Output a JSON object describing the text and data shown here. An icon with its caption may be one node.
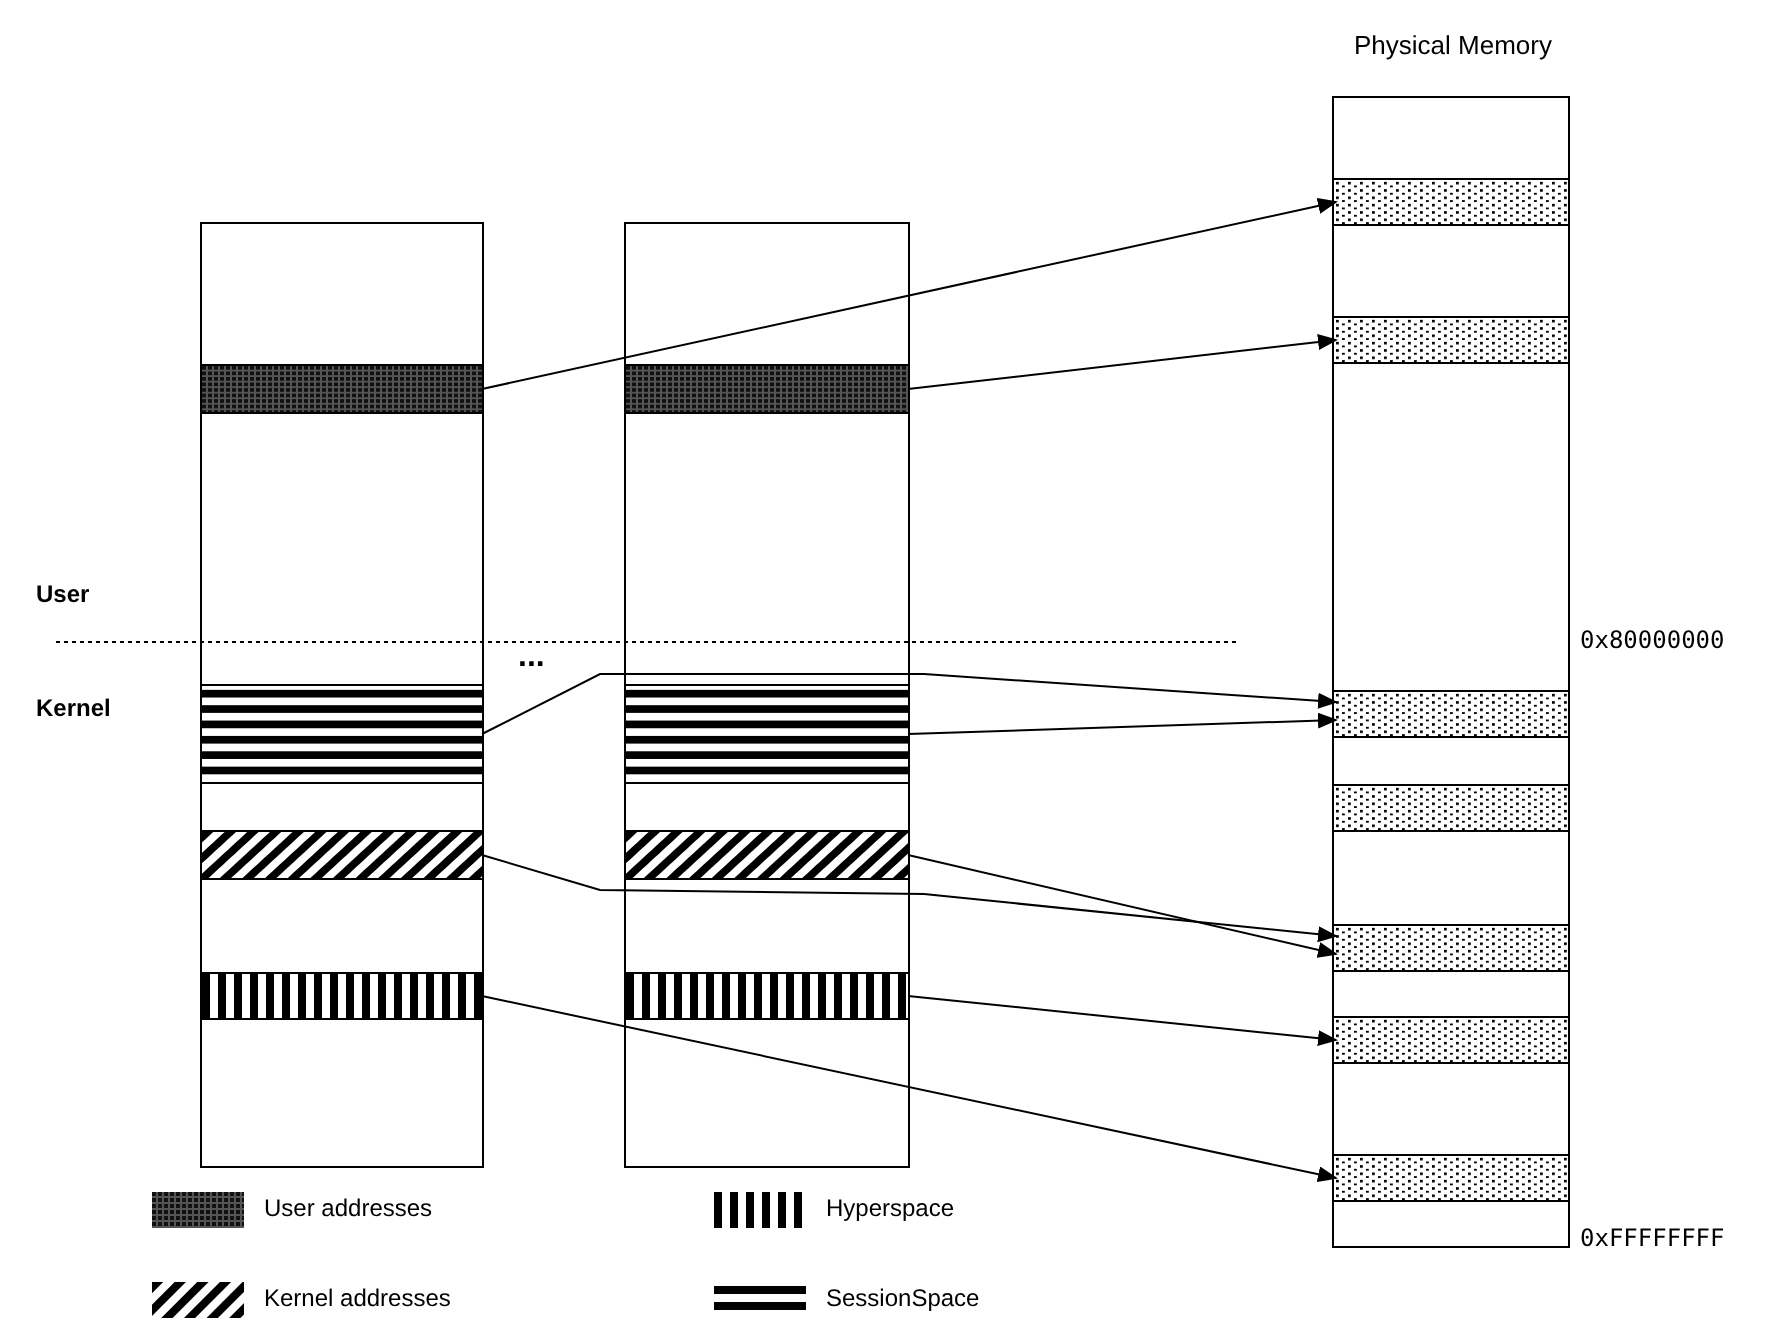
{
  "diagram": {
    "nodes": [
      {
        "text": [
          "Physical Memory"
        ]
      },
      {
        "text": [],
        "shape": "box"
      },
      {
        "text": [],
        "shape": "box"
      },
      {
        "text": [],
        "shape": "bar",
        "in": 1
      },
      {
        "text": [],
        "shape": "bar",
        "in": 1
      },
      {
        "text": [],
        "shape": "bar",
        "in": 1
      },
      {
        "text": [],
        "shape": "bar",
        "in": 1
      },
      {
        "text": [],
        "shape": "bar",
        "in": 2
      },
      {
        "text": [],
        "shape": "bar",
        "in": 2
      },
      {
        "text": [],
        "shape": "bar",
        "in": 2
      },
      {
        "text": [],
        "shape": "bar",
        "in": 2
      },
      {
        "text": [],
        "shape": "bar",
        "in": 0
      },
      {
        "text": [],
        "shape": "bar",
        "in": 0
      },
      {
        "text": [],
        "shape": "bar",
        "in": 0
      },
      {
        "text": [],
        "shape": "bar",
        "in": 0
      },
      {
        "text": [],
        "shape": "bar",
        "in": 0
      },
      {
        "text": [],
        "shape": "bar",
        "in": 0
      },
      {
        "text": [],
        "shape": "bar",
        "in": 0
      }
    ],
    "edges": [
      {
        "from": 3,
        "to": 11,
        "arrow": "to"
      },
      {
        "from": 7,
        "to": 12,
        "arrow": "to"
      },
      {
        "from": 4,
        "to": 13,
        "arrow": "to"
      },
      {
        "from": 8,
        "to": 13,
        "arrow": "to"
      },
      {
        "from": 5,
        "to": 15,
        "arrow": "to"
      },
      {
        "from": 9,
        "to": 15,
        "arrow": "to"
      },
      {
        "from": 10,
        "to": 16,
        "arrow": "to"
      },
      {
        "from": 6,
        "to": 17,
        "arrow": "to"
      }
    ],
    "labels": [
      "User",
      "Kernel",
      "...",
      "0x80000000",
      "0xFFFFFFFF"
    ],
    "legend": [
      {
        "text": "User addresses"
      },
      {
        "text": "Hyperspace"
      },
      {
        "text": "Kernel addresses"
      },
      {
        "text": "SessionSpace"
      }
    ]
  }
}
